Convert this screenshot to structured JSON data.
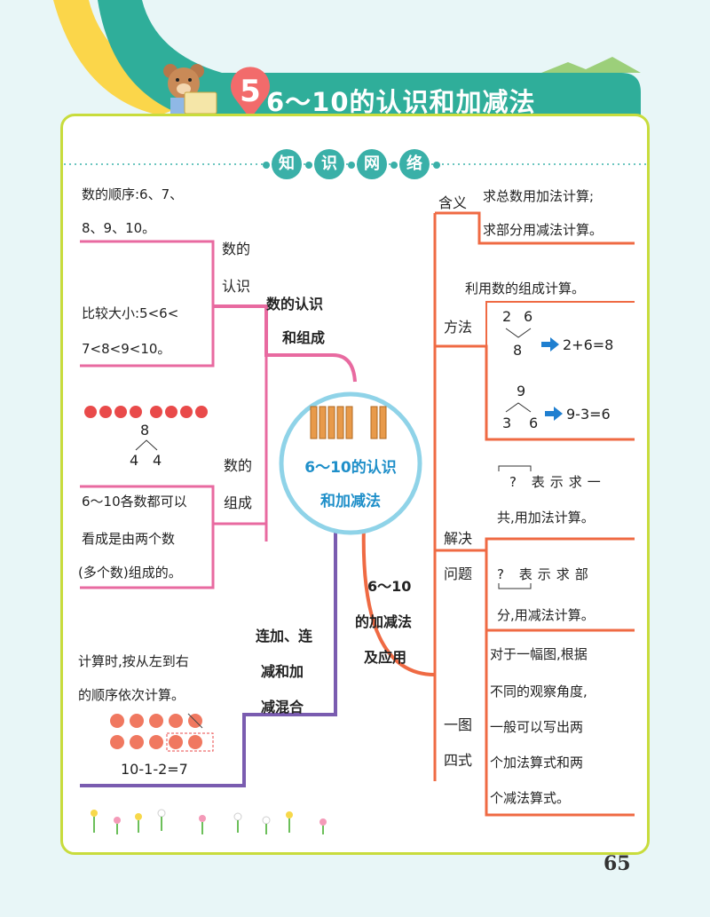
{
  "header": {
    "unit_number": "5",
    "title": "6～10的认识和加减法"
  },
  "section_heading": [
    "知",
    "识",
    "网",
    "络"
  ],
  "center": {
    "line1": "6～10的认识",
    "line2": "和加减法"
  },
  "left": {
    "branch1": {
      "label_line1": "数的认识",
      "label_line2": "和组成",
      "sub1": {
        "label_line1": "数的",
        "label_line2": "认识"
      },
      "order_line1": "数的顺序:6、7、",
      "order_line2": "8、9、10。",
      "compare_line1": "比较大小:5<6<",
      "compare_line2": "7<8<9<10。",
      "sub2": {
        "label_line1": "数的",
        "label_line2": "组成"
      },
      "example_top": "8",
      "example_left": "4",
      "example_right": "4",
      "comp_line1": "6～10各数都可以",
      "comp_line2": "看成是由两个数",
      "comp_line3": "(多个数)组成的。"
    },
    "branch2": {
      "label_line1": "连加、连",
      "label_line2": "减和加",
      "label_line3": "减混合",
      "desc_line1": "计算时,按从左到右",
      "desc_line2": "的顺序依次计算。",
      "equation": "10-1-2=7"
    }
  },
  "right": {
    "branch3": {
      "label_line1": "6～10",
      "label_line2": "的加减法",
      "label_line3": "及应用",
      "meaning": {
        "label": "含义",
        "line1": "求总数用加法计算;",
        "line2": "求部分用减法计算。"
      },
      "method": {
        "label": "方法",
        "line1": "利用数的组成计算。",
        "ex1_left": "2",
        "ex1_right": "6",
        "ex1_bottom": "8",
        "ex1_eq": "2+6=8",
        "ex2_top": "9",
        "ex2_left": "3",
        "ex2_right": "6",
        "ex2_eq": "9-3=6"
      },
      "solve": {
        "label_line1": "解决",
        "label_line2": "问题",
        "a_line1": "? 表示求一",
        "a_line2": "共,用加法计算。",
        "b_line1": "? 表示求部",
        "b_line2": "分,用减法计算。"
      },
      "one_four": {
        "label_line1": "一图",
        "label_line2": "四式",
        "line1": "对于一幅图,根据",
        "line2": "不同的观察角度,",
        "line3": "一般可以写出两",
        "line4": "个加法算式和两",
        "line5": "个减法算式。"
      }
    }
  },
  "page_number": "65",
  "colors": {
    "teal": "#3ab0a8",
    "banner": "#2fae9a",
    "pink": "#e86aa0",
    "purple": "#7a5cb0",
    "orange": "#ef6a43",
    "frame": "#c8dc3c",
    "blue_text": "#1f8fc9"
  }
}
